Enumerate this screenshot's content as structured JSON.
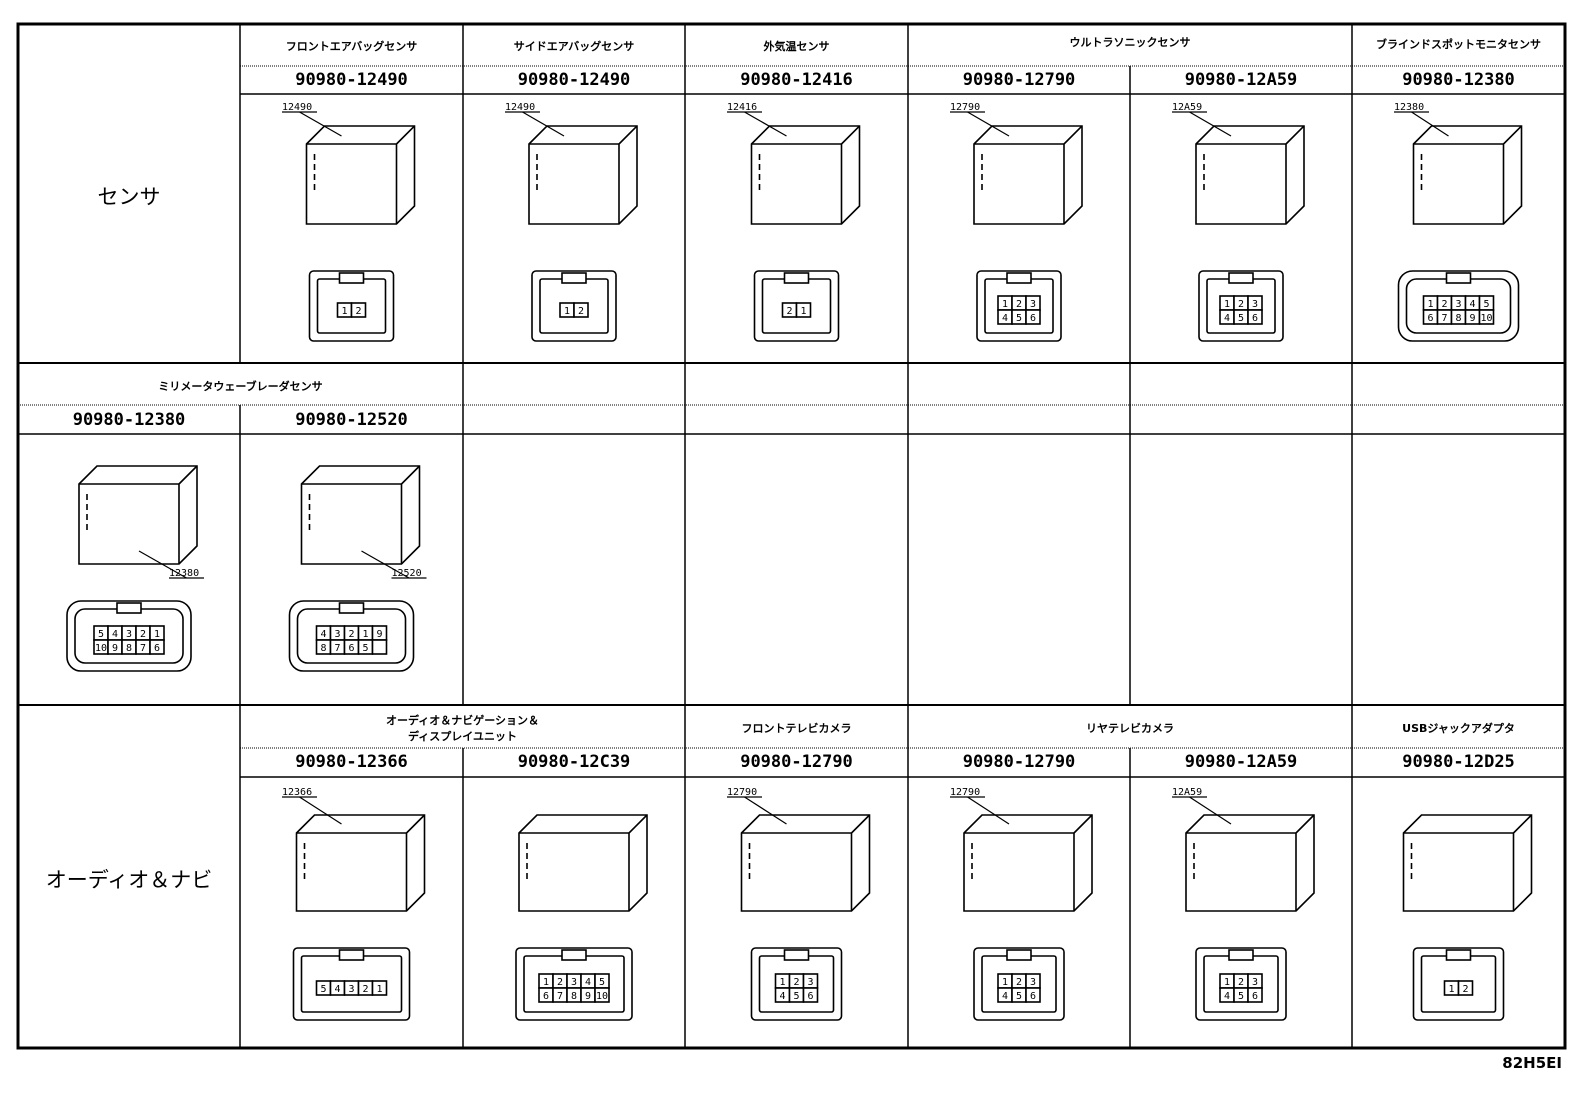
{
  "row1": {
    "category": "センサ",
    "headers": [
      "フロントエアバッグセンサ",
      "サイドエアバッグセンサ",
      "外気温センサ",
      "ウルトラソニックセンサ",
      "ブラインドスポットモニタセンサ"
    ],
    "parts": [
      "90980-12490",
      "90980-12490",
      "90980-12416",
      "90980-12790",
      "90980-12A59",
      "90980-12380"
    ],
    "callouts": [
      "12490",
      "12490",
      "12416",
      "12790",
      "12A59",
      "12380"
    ],
    "pins": [
      "1 2",
      "1 2",
      "2 1",
      "1 2 3 4 5 6",
      "1 2 3 4 5 6",
      "1 2 3 4 5 6 7 8 9 10"
    ]
  },
  "row2": {
    "header": "ミリメータウェーブレーダセンサ",
    "parts": [
      "90980-12380",
      "90980-12520"
    ],
    "callouts": [
      "12380",
      "12520"
    ],
    "pins": [
      "5 4 3 2 1 10 9 8 7 6",
      "4 3 2 1 9 8 7 6 5"
    ]
  },
  "row3": {
    "category": "オーディオ＆ナビ",
    "header_av_line1": "オーディオ＆ナビゲーション＆",
    "header_av_line2": "ディスプレイユニット",
    "header_front_cam": "フロントテレビカメラ",
    "header_rear_cam": "リヤテレビカメラ",
    "header_usb": "USBジャックアダプタ",
    "parts": [
      "90980-12366",
      "90980-12C39",
      "90980-12790",
      "90980-12790",
      "90980-12A59",
      "90980-12D25"
    ],
    "callouts": [
      "12366",
      "12790",
      "12790",
      "12A59"
    ],
    "pins": [
      "5 4 3 2 1",
      "1 2 3 4 5 6 7 8 9 10",
      "1 2 3 4 5 6",
      "1 2 3 4 5 6",
      "1 2 3 4 5 6",
      "1 2"
    ]
  },
  "reference": "82H5EI"
}
